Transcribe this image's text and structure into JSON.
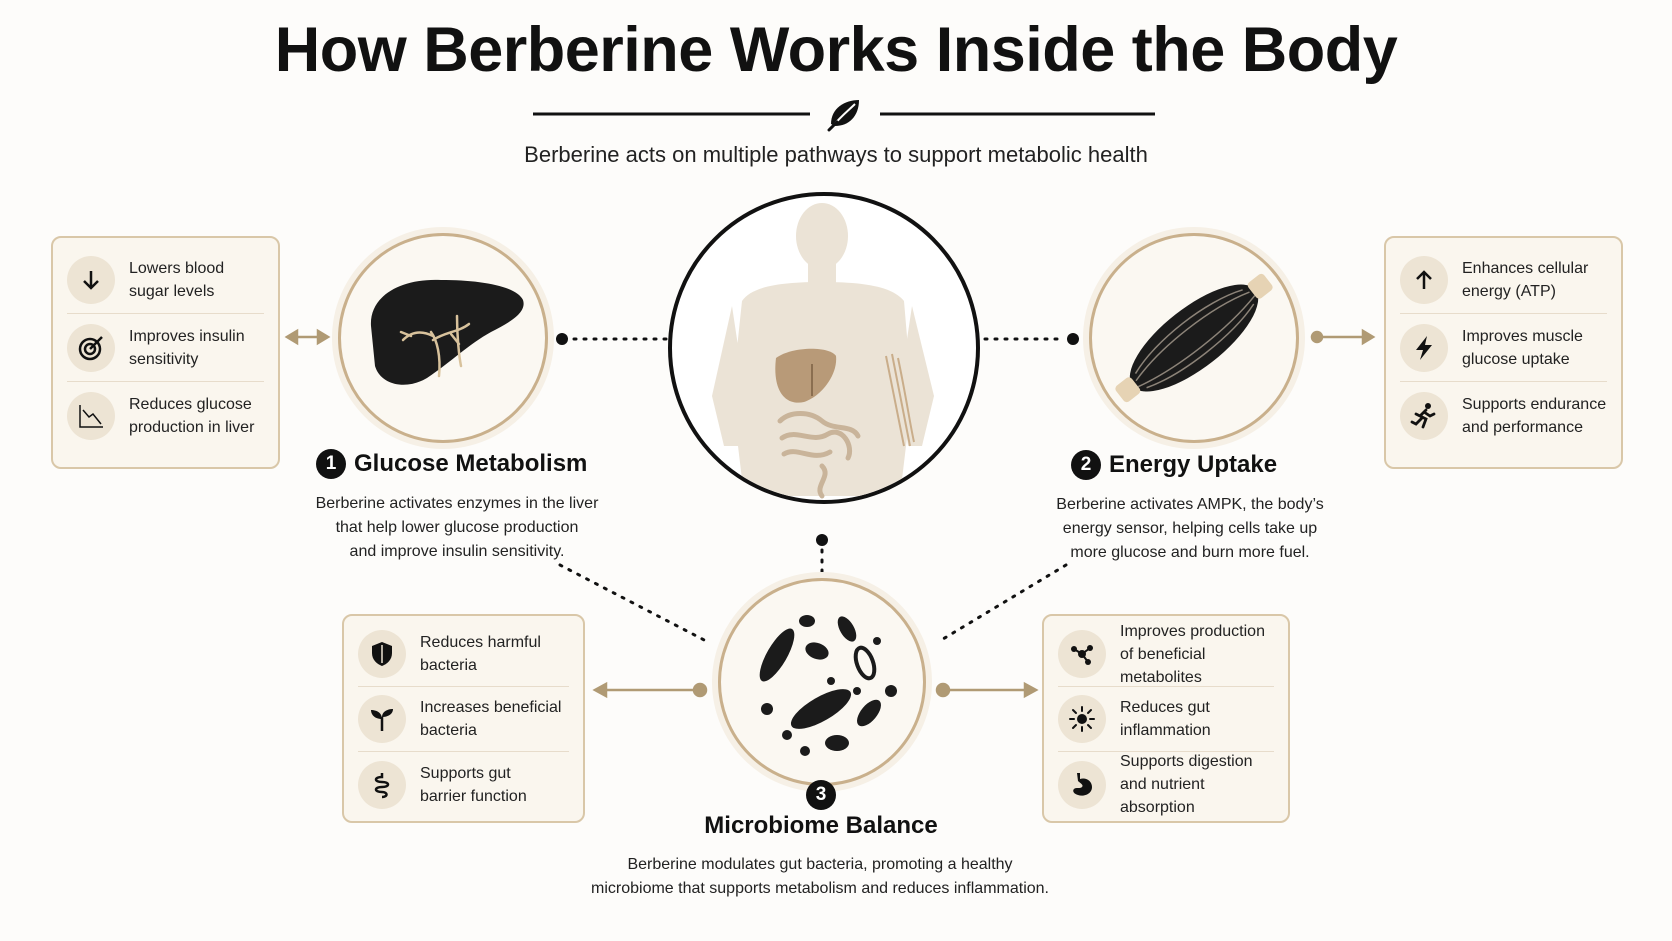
{
  "title": "How Berberine Works Inside the Body",
  "subtitle": "Berberine acts on multiple pathways to support metabolic health",
  "sections": {
    "glucose": {
      "number": "1",
      "title": "Glucose Metabolism",
      "description": "Berberine activates enzymes in the liver\nthat help lower glucose production\nand improve insulin sensitivity.",
      "items": [
        {
          "text": "Lowers blood\nsugar levels",
          "icon": "arrow-down-icon"
        },
        {
          "text": "Improves insulin\nsensitivity",
          "icon": "target-icon"
        },
        {
          "text": "Reduces glucose\nproduction in liver",
          "icon": "trend-down-chart-icon"
        }
      ]
    },
    "energy": {
      "number": "2",
      "title": "Energy Uptake",
      "description": "Berberine activates AMPK, the body’s\nenergy sensor, helping cells take up\nmore glucose and burn more fuel.",
      "items": [
        {
          "text": "Enhances cellular\nenergy (ATP)",
          "icon": "arrow-up-icon"
        },
        {
          "text": "Improves muscle\nglucose uptake",
          "icon": "lightning-icon"
        },
        {
          "text": "Supports endurance\nand performance",
          "icon": "runner-icon"
        }
      ]
    },
    "microbiome": {
      "number": "3",
      "title": "Microbiome Balance",
      "description": "Berberine modulates gut bacteria, promoting a healthy\nmicrobiome that supports metabolism and reduces inflammation.",
      "left_items": [
        {
          "text": "Reduces harmful\nbacteria",
          "icon": "shield-icon"
        },
        {
          "text": "Increases beneficial\nbacteria",
          "icon": "sprout-icon"
        },
        {
          "text": "Supports gut\nbarrier function",
          "icon": "intestine-icon"
        }
      ],
      "right_items": [
        {
          "text": "Improves production\nof beneficial metabolites",
          "icon": "molecule-icon"
        },
        {
          "text": "Reduces gut\ninflammation",
          "icon": "sun-burst-icon"
        },
        {
          "text": "Supports digestion\nand nutrient absorption",
          "icon": "stomach-icon"
        }
      ]
    }
  },
  "colors": {
    "accent": "#b09a74",
    "ink": "#111111",
    "card_bg": "#faf6ee",
    "card_border": "#d9c7a8"
  }
}
